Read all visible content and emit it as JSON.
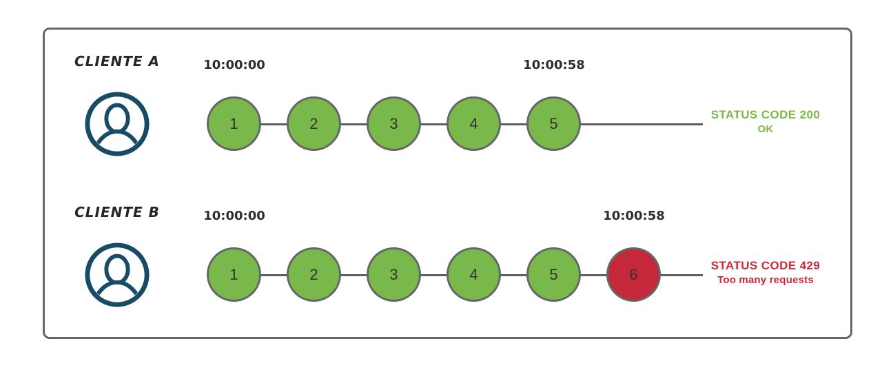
{
  "rows": [
    {
      "client_label": "CLIENTE A",
      "avatar_icon": "user-avatar-icon",
      "start_time": "10:00:00",
      "end_time": "10:00:58",
      "requests": [
        {
          "n": "1",
          "state": "ok"
        },
        {
          "n": "2",
          "state": "ok"
        },
        {
          "n": "3",
          "state": "ok"
        },
        {
          "n": "4",
          "state": "ok"
        },
        {
          "n": "5",
          "state": "ok"
        }
      ],
      "status": {
        "line1": "STATUS CODE 200",
        "line2": "OK",
        "color": "#7bba45"
      }
    },
    {
      "client_label": "CLIENTE B",
      "avatar_icon": "user-avatar-icon",
      "start_time": "10:00:00",
      "end_time": "10:00:58",
      "requests": [
        {
          "n": "1",
          "state": "ok"
        },
        {
          "n": "2",
          "state": "ok"
        },
        {
          "n": "3",
          "state": "ok"
        },
        {
          "n": "4",
          "state": "ok"
        },
        {
          "n": "5",
          "state": "ok"
        },
        {
          "n": "6",
          "state": "limited"
        }
      ],
      "status": {
        "line1": "STATUS CODE 429",
        "line2": "Too many requests",
        "color": "#cc2936"
      }
    }
  ],
  "colors": {
    "request_ok": "#79b84a",
    "request_limited": "#c5283a",
    "circle_stroke": "#666666",
    "timeline": "#5e5e5e",
    "avatar": "#174b66",
    "frame_border": "#666666",
    "timestamp": "#2d2d2d",
    "client_label": "#262626"
  }
}
